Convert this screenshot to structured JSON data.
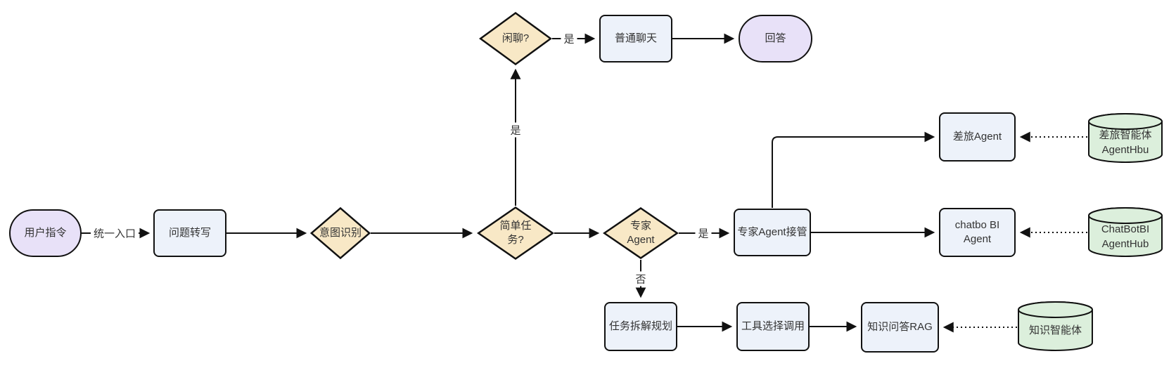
{
  "colors": {
    "background": "#ffffff",
    "stadium_fill": "#e8e1f8",
    "process_fill": "#edf2fa",
    "decision_fill": "#f8e8c6",
    "datastore_fill": "#dcefdc",
    "border": "#111111",
    "text": "#333333"
  },
  "nodes": {
    "user_command": {
      "label": "用户指令",
      "type": "stadium"
    },
    "question_rewrite": {
      "label": "问题转写",
      "type": "process"
    },
    "intent_recognition": {
      "label": "意图识别",
      "type": "decision"
    },
    "simple_task": {
      "line1": "简单任",
      "line2": "务?",
      "type": "decision"
    },
    "chitchat": {
      "label": "闲聊?",
      "type": "decision"
    },
    "normal_chat": {
      "label": "普通聊天",
      "type": "process"
    },
    "answer": {
      "label": "回答",
      "type": "stadium"
    },
    "expert_agent": {
      "line1": "专家",
      "line2": "Agent",
      "type": "decision"
    },
    "expert_agent_takeover": {
      "label": "专家Agent接管",
      "type": "process"
    },
    "travel_agent": {
      "label": "差旅Agent",
      "type": "process"
    },
    "chatbot_bi_agent": {
      "line1": "chatbo BI",
      "line2": "Agent",
      "type": "process"
    },
    "task_decompose_plan": {
      "label": "任务拆解规划",
      "type": "process"
    },
    "tool_select_invoke": {
      "label": "工具选择调用",
      "type": "process"
    },
    "knowledge_qa_rag": {
      "label": "知识问答RAG",
      "type": "process"
    },
    "travel_agenthub": {
      "line1": "差旅智能体",
      "line2": "AgentHbu",
      "type": "datastore"
    },
    "chatbot_agenthub": {
      "line1": "ChatBotBI",
      "line2": "AgentHub",
      "type": "datastore"
    },
    "knowledge_agent": {
      "label": "知识智能体",
      "type": "datastore"
    }
  },
  "edge_labels": {
    "unified_entry": "统一入口",
    "yes_to_chitchat": "是",
    "yes_chitchat_to_chat": "是",
    "yes_expert_to_takeover": "是",
    "no_expert_to_plan": "否"
  }
}
